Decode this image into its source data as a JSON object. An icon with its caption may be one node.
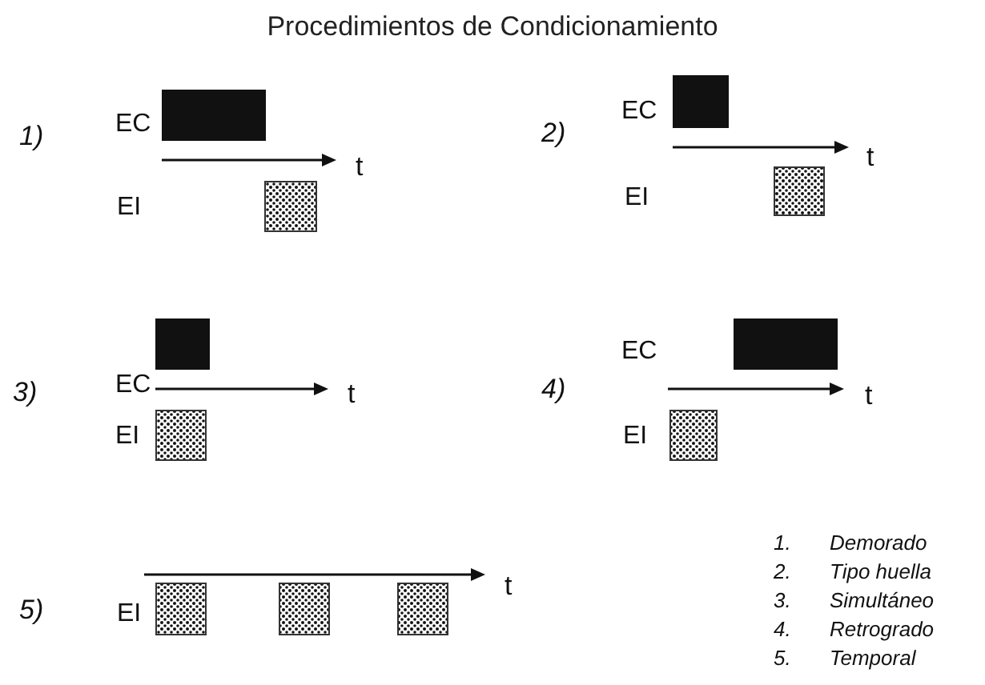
{
  "diagram": {
    "title": "Procedimientos de Condicionamiento",
    "labels": [
      "1)",
      "EC",
      "t",
      "EI",
      "2)",
      "EC",
      "t",
      "EI",
      "3)",
      "EC",
      "t",
      "EI",
      "4)",
      "EC",
      "t",
      "EI",
      "5)",
      "t",
      "EI",
      "1.",
      "Demorado",
      "2.",
      "Tipo huella",
      "3.",
      "Simultáneo",
      "4.",
      "Retrogrado",
      "5.",
      "Temporal"
    ]
  }
}
